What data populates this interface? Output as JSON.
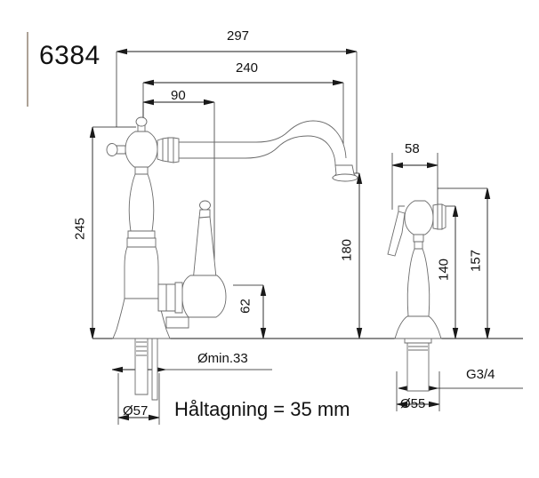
{
  "drawing": {
    "product_code": "6384",
    "units_note": "Håltagning = 35 mm",
    "type": "technical-dimension-drawing",
    "subject": "kitchen mixer tap with side spray"
  },
  "dimensions": {
    "top": [
      {
        "name": "overall-reach",
        "value": "297",
        "orientation": "horizontal"
      },
      {
        "name": "spout-reach",
        "value": "240",
        "orientation": "horizontal"
      },
      {
        "name": "handle-offset",
        "value": "90",
        "orientation": "horizontal"
      }
    ],
    "left": [
      {
        "name": "overall-height",
        "value": "245",
        "orientation": "vertical"
      }
    ],
    "middle": [
      {
        "name": "spout-height",
        "value": "180",
        "orientation": "vertical"
      },
      {
        "name": "lever-clearance",
        "value": "62",
        "orientation": "vertical"
      }
    ],
    "right": [
      {
        "name": "spray-width",
        "value": "58",
        "orientation": "horizontal"
      },
      {
        "name": "spray-body-height",
        "value": "140",
        "orientation": "vertical"
      },
      {
        "name": "spray-total-height",
        "value": "157",
        "orientation": "vertical"
      }
    ],
    "bottom": [
      {
        "name": "tap-base-diameter",
        "value": "Ø57",
        "orientation": "horizontal"
      },
      {
        "name": "min-hole-diameter",
        "value": "Ømin.33",
        "orientation": "leader"
      },
      {
        "name": "spray-base-diameter",
        "value": "Ø55",
        "orientation": "horizontal"
      },
      {
        "name": "thread-size",
        "value": "G3/4",
        "orientation": "leader"
      }
    ]
  },
  "colors": {
    "line": "#1a1a1a",
    "outline": "#6b6b6b",
    "divider": "#8a7a6a",
    "background": "#ffffff"
  }
}
